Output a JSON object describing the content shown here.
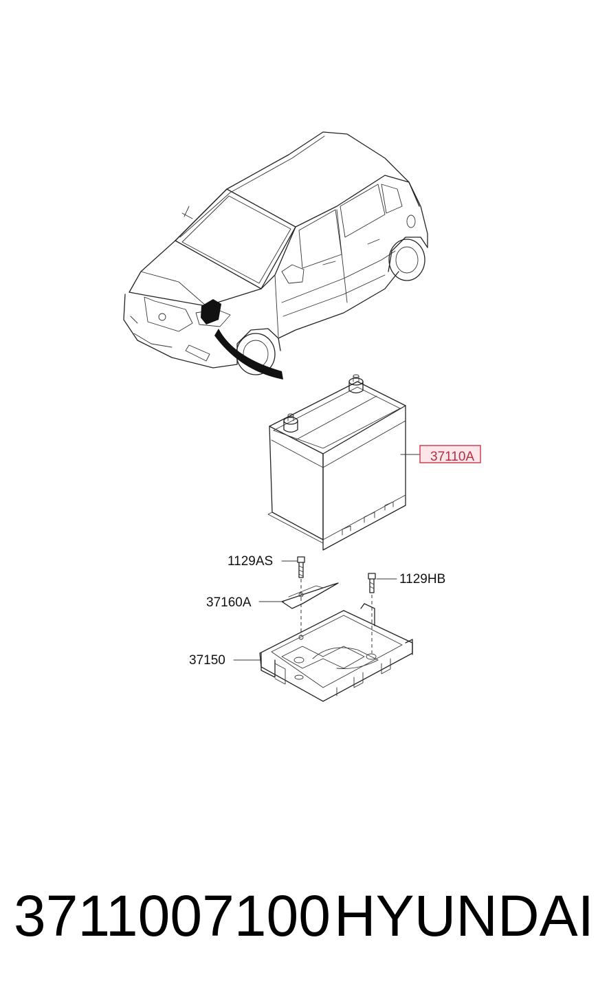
{
  "callouts": {
    "battery": "37110A",
    "bolt_top": "1129AS",
    "bolt_right": "1129HB",
    "clamp": "37160A",
    "tray": "37150"
  },
  "footer": {
    "part_number": "3711007100",
    "brand": "HYUNDAI"
  },
  "colors": {
    "highlight_border": "#d04050",
    "highlight_fill": "#fde6ea"
  }
}
